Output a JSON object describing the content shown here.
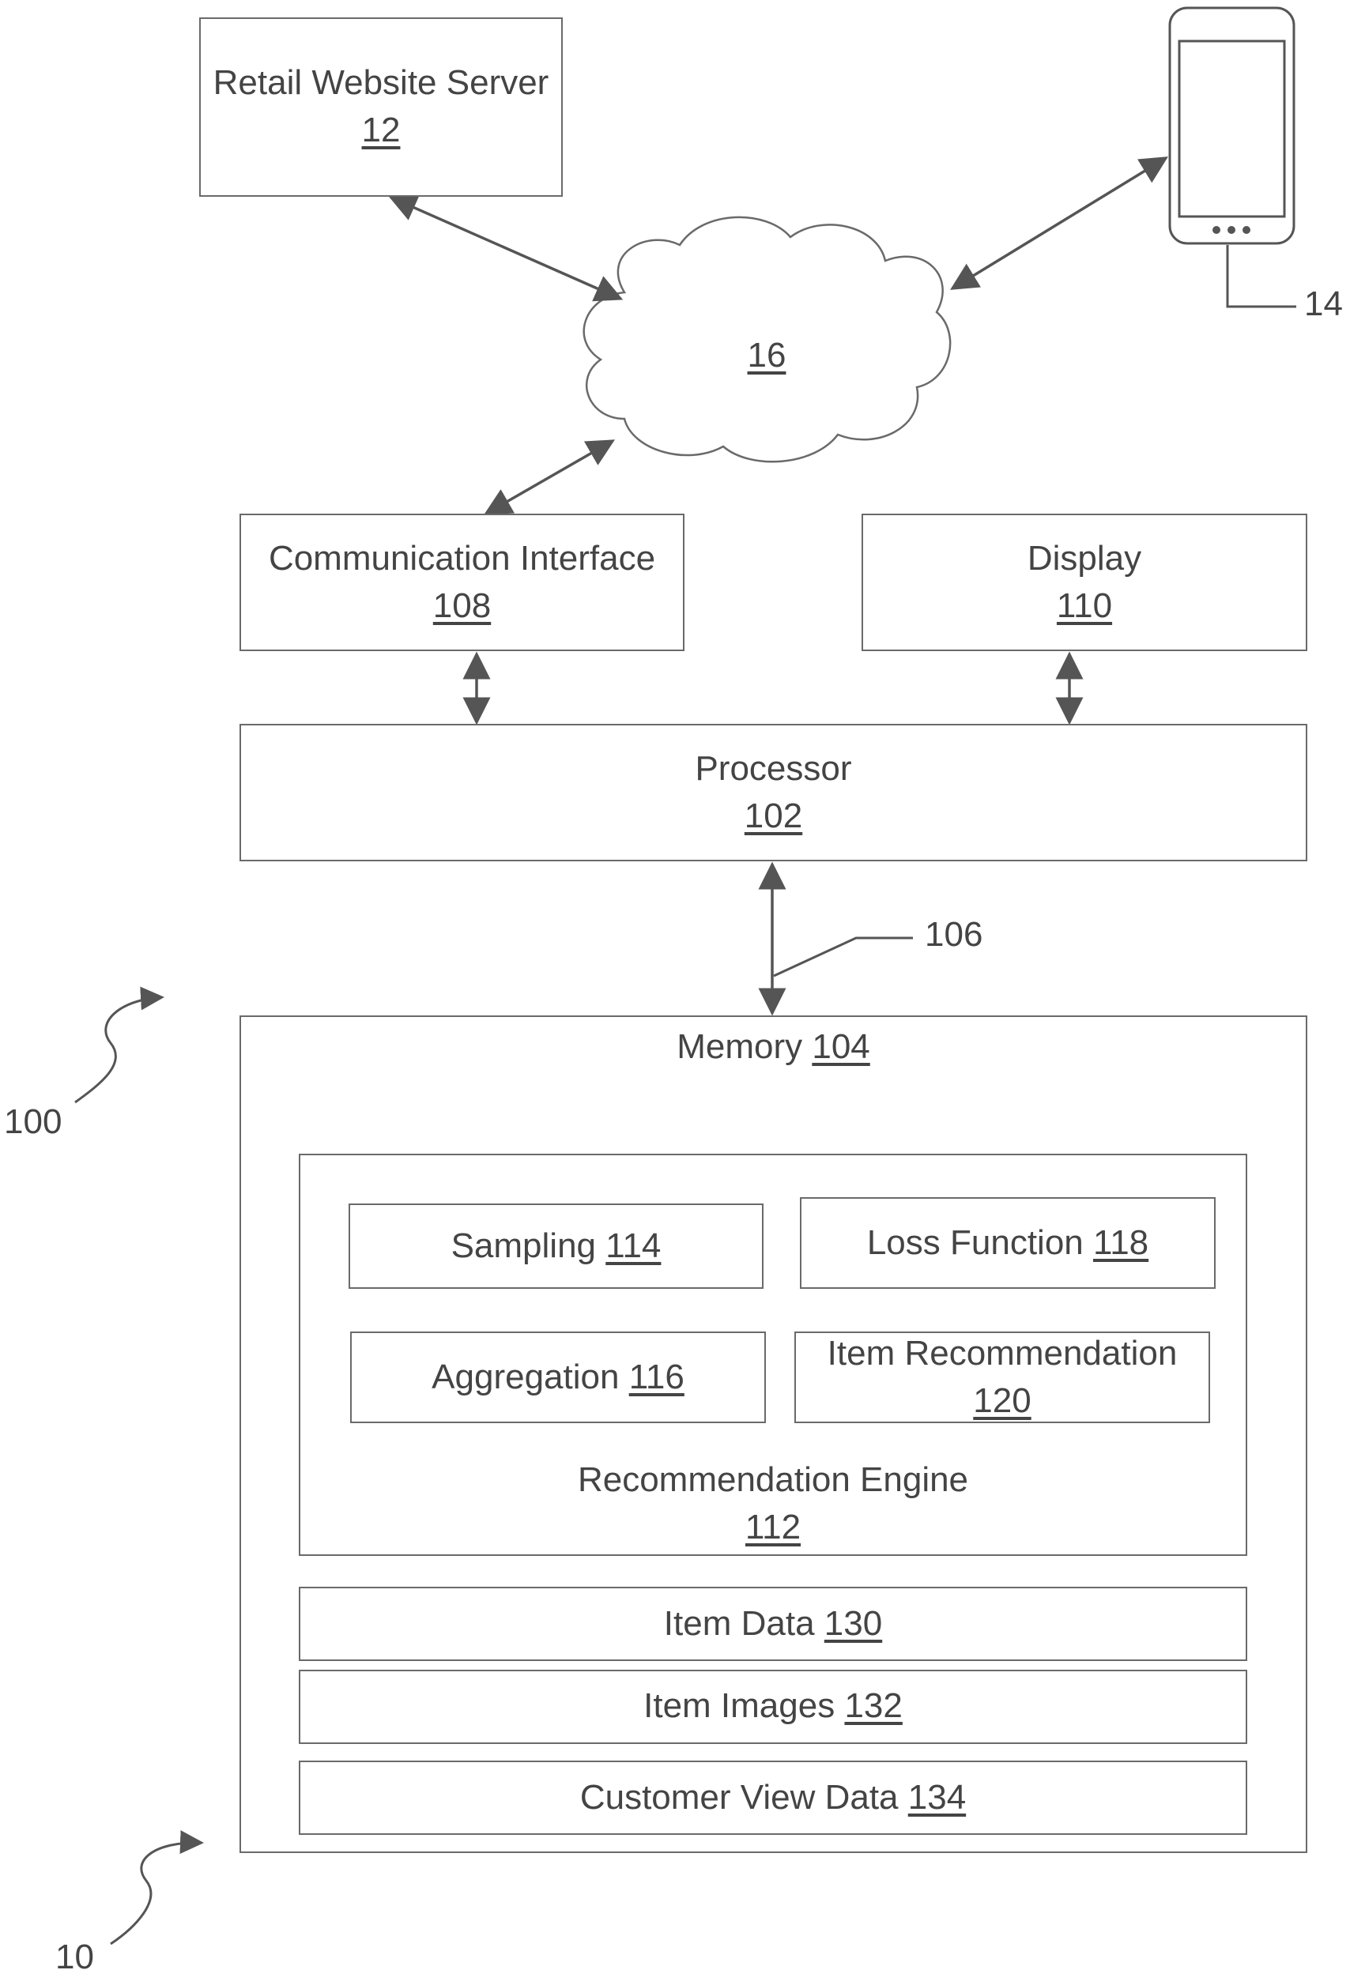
{
  "server": {
    "title": "Retail Website Server",
    "ref": "12"
  },
  "device": {
    "ref": "14"
  },
  "network": {
    "ref": "16"
  },
  "comm": {
    "title": "Communication Interface",
    "ref": "108"
  },
  "display": {
    "title": "Display",
    "ref": "110"
  },
  "processor": {
    "title": "Processor",
    "ref": "102"
  },
  "bus": {
    "ref": "106"
  },
  "system": {
    "ref": "100"
  },
  "memory": {
    "title": "Memory",
    "ref": "104"
  },
  "sampling": {
    "title": "Sampling",
    "ref": "114"
  },
  "loss": {
    "title": "Loss Function",
    "ref": "118"
  },
  "aggregation": {
    "title": "Aggregation",
    "ref": "116"
  },
  "item_rec": {
    "title": "Item Recommendation",
    "ref": "120"
  },
  "engine": {
    "title": "Recommendation Engine",
    "ref": "112"
  },
  "item_data": {
    "title": "Item Data",
    "ref": "130"
  },
  "item_images": {
    "title": "Item Images",
    "ref": "132"
  },
  "customer_view": {
    "title": "Customer View Data",
    "ref": "134"
  },
  "overall": {
    "ref": "10"
  }
}
